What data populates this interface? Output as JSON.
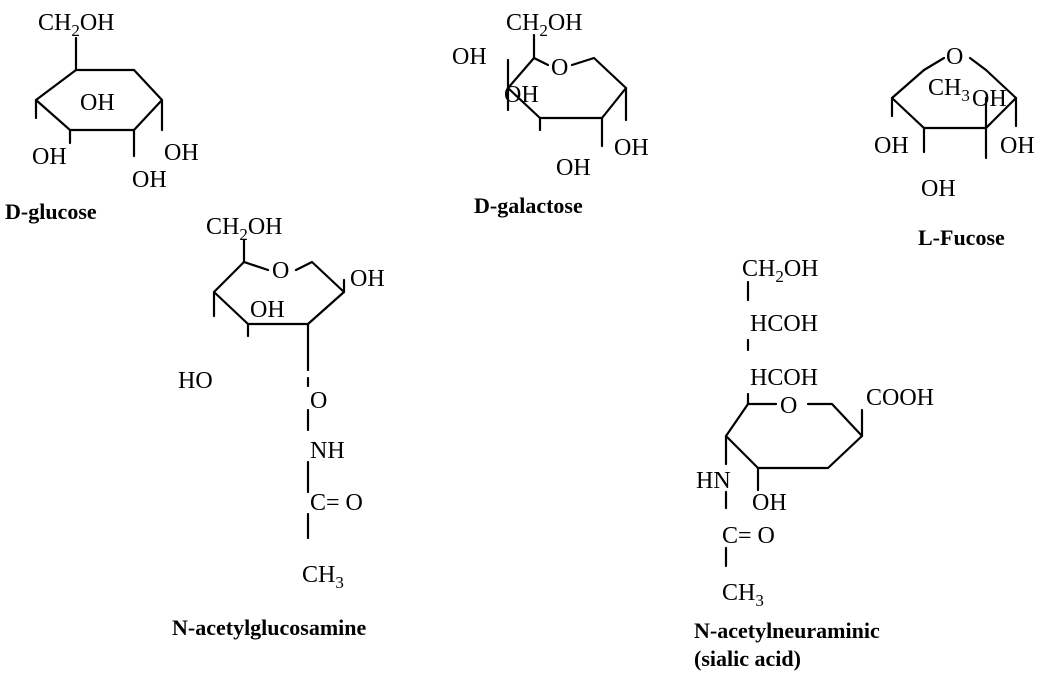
{
  "molecules": {
    "glucose": {
      "name": "D-glucose",
      "labels": {
        "ch2oh_main": "CH",
        "ch2oh_sub": "2",
        "ch2oh_tail": "OH",
        "oh_a": "OH",
        "oh_b": "OH",
        "oh_c": "OH",
        "oh_d": "OH"
      }
    },
    "galactose": {
      "name": "D-galactose",
      "labels": {
        "ch2oh_main": "CH",
        "ch2oh_sub": "2",
        "ch2oh_tail": "OH",
        "ring_o": "O",
        "oh_a": "OH",
        "oh_b": "OH",
        "oh_c": "OH",
        "oh_d": "OH"
      }
    },
    "fucose": {
      "name": "L-Fucose",
      "labels": {
        "ring_o": "O",
        "ch3_main": "CH",
        "ch3_sub": "3",
        "oh_a": "OH",
        "oh_b": "OH",
        "oh_c": "OH",
        "oh_d": "OH"
      }
    },
    "glcnac": {
      "name": "N-acetylglucosamine",
      "labels": {
        "ch2oh_main": "CH",
        "ch2oh_sub": "2",
        "ch2oh_tail": "OH",
        "ring_o": "O",
        "oh_a": "OH",
        "oh_b": "OH",
        "ho": "HO",
        "o": "O",
        "nh": "NH",
        "co": "C= O",
        "ch3_main": "CH",
        "ch3_sub": "3"
      }
    },
    "sialic": {
      "name": "N-acetylneuraminic",
      "name2": "(sialic acid)",
      "labels": {
        "ch2oh_main": "CH",
        "ch2oh_sub": "2",
        "ch2oh_tail": "OH",
        "hcoh_1": "HCOH",
        "hcoh_2": "HCOH",
        "ring_o": "O",
        "cooh": "COOH",
        "hn": "HN",
        "oh": "OH",
        "co": "C= O",
        "ch3_main": "CH",
        "ch3_sub": "3"
      }
    }
  }
}
